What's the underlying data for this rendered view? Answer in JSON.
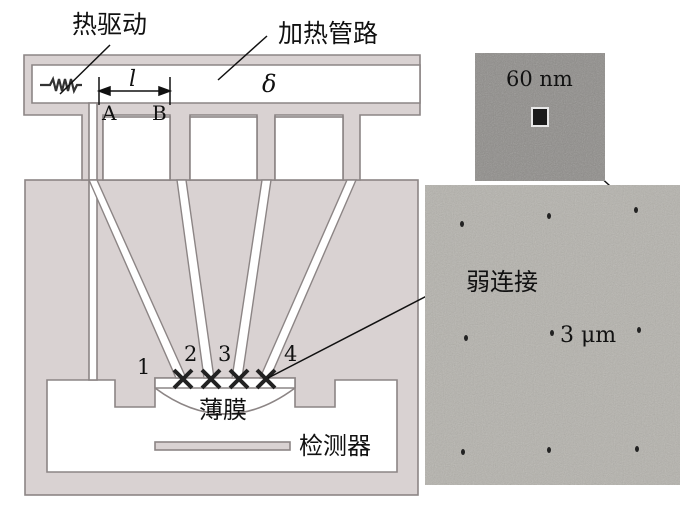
{
  "labels": {
    "thermal_drive": "热驱动",
    "heating_pipe": "加热管路",
    "length_symbol": "l",
    "point_a": "A",
    "point_b": "B",
    "delta_symbol": "δ",
    "junction_1": "1",
    "junction_2": "2",
    "junction_3": "3",
    "junction_4": "4",
    "membrane": "薄膜",
    "detector": "检测器",
    "weak_link": "弱连接",
    "inset_scale": "60 nm",
    "main_scale": "3 μm"
  },
  "colors": {
    "body_gray": "#d9d2d2",
    "outline": "#8c8585",
    "sem_background": "#b4b2ac",
    "sem_inset": "#8e8c89"
  }
}
